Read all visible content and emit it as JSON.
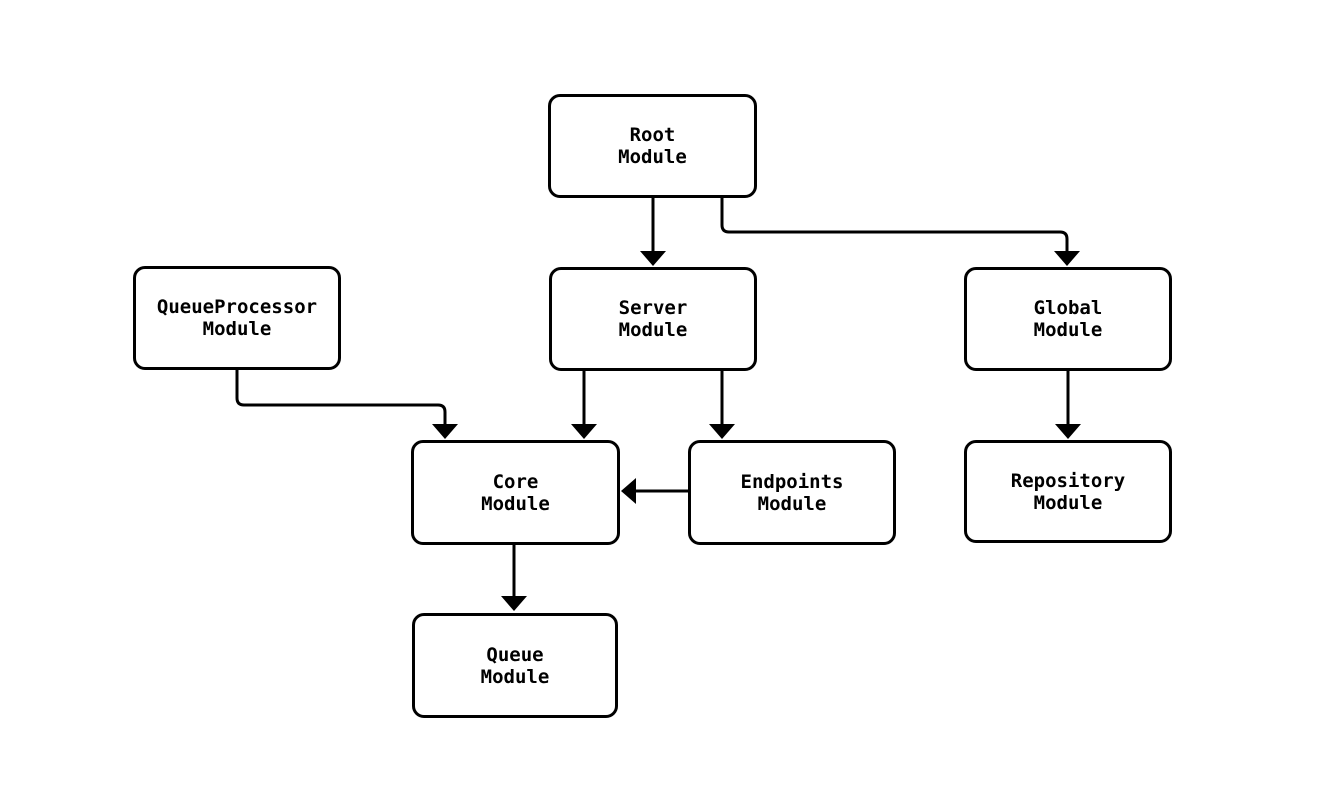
{
  "diagram": {
    "type": "flowchart",
    "background_color": "#ffffff",
    "node_border_color": "#000000",
    "node_fill_color": "#ffffff",
    "edge_color": "#000000",
    "text_color": "#000000",
    "nodes": [
      {
        "id": "root",
        "line1": "Root",
        "line2": "Module"
      },
      {
        "id": "server",
        "line1": "Server",
        "line2": "Module"
      },
      {
        "id": "queueprocessor",
        "line1": "QueueProcessor",
        "line2": "Module"
      },
      {
        "id": "global",
        "line1": "Global",
        "line2": "Module"
      },
      {
        "id": "core",
        "line1": "Core",
        "line2": "Module"
      },
      {
        "id": "endpoints",
        "line1": "Endpoints",
        "line2": "Module"
      },
      {
        "id": "repository",
        "line1": "Repository",
        "line2": "Module"
      },
      {
        "id": "queue",
        "line1": "Queue",
        "line2": "Module"
      }
    ],
    "edges": [
      {
        "from": "Root Module",
        "to": "Server Module"
      },
      {
        "from": "Root Module",
        "to": "Global Module"
      },
      {
        "from": "QueueProcessor Module",
        "to": "Core Module"
      },
      {
        "from": "Server Module",
        "to": "Core Module"
      },
      {
        "from": "Server Module",
        "to": "Endpoints Module"
      },
      {
        "from": "Endpoints Module",
        "to": "Core Module"
      },
      {
        "from": "Global Module",
        "to": "Repository Module"
      },
      {
        "from": "Core Module",
        "to": "Queue Module"
      }
    ]
  }
}
